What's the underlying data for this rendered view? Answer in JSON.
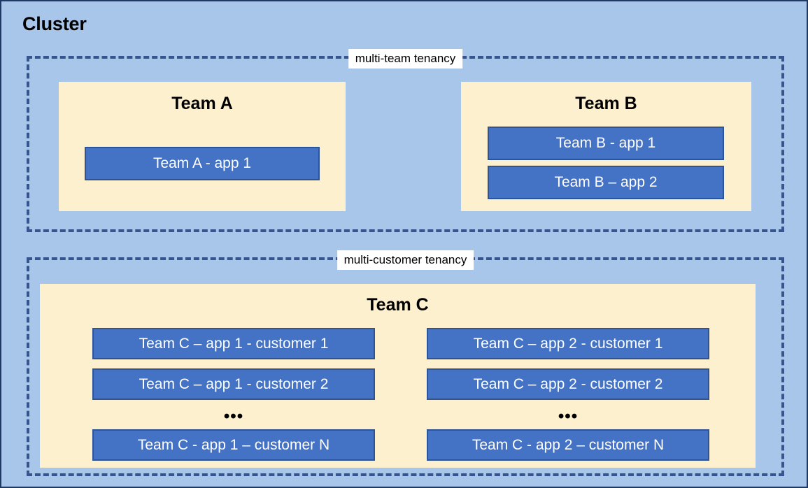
{
  "diagram": {
    "title": "Cluster",
    "colors": {
      "background": "#a8c6e9",
      "outer_border": "#1f3864",
      "zone_dashed_border": "#36548e",
      "team_panel_fill": "#fdf0ce",
      "app_box_fill": "#4472c4",
      "app_box_border": "#2f5496",
      "app_box_text": "#ffffff",
      "label_background": "#ffffff",
      "text": "#000000"
    },
    "zones": [
      {
        "id": "multi-team",
        "label": "multi-team tenancy",
        "teams": [
          {
            "id": "team-a",
            "title": "Team A",
            "apps": [
              {
                "id": "a1",
                "label": "Team A - app 1"
              }
            ]
          },
          {
            "id": "team-b",
            "title": "Team B",
            "apps": [
              {
                "id": "b1",
                "label": "Team B - app 1"
              },
              {
                "id": "b2",
                "label": "Team B – app 2"
              }
            ]
          }
        ]
      },
      {
        "id": "multi-customer",
        "label": "multi-customer tenancy",
        "teams": [
          {
            "id": "team-c",
            "title": "Team C",
            "columns": [
              {
                "id": "app-1",
                "apps": [
                  {
                    "id": "c1-1",
                    "label": "Team C – app 1 - customer 1"
                  },
                  {
                    "id": "c1-2",
                    "label": "Team C – app 1 - customer 2"
                  },
                  {
                    "id": "c1-n",
                    "label": "Team C - app 1 – customer N"
                  }
                ],
                "ellipsis": "•••"
              },
              {
                "id": "app-2",
                "apps": [
                  {
                    "id": "c2-1",
                    "label": "Team C – app 2 - customer 1"
                  },
                  {
                    "id": "c2-2",
                    "label": "Team C – app 2 - customer 2"
                  },
                  {
                    "id": "c2-n",
                    "label": "Team C - app 2 – customer N"
                  }
                ],
                "ellipsis": "•••"
              }
            ]
          }
        ]
      }
    ]
  }
}
